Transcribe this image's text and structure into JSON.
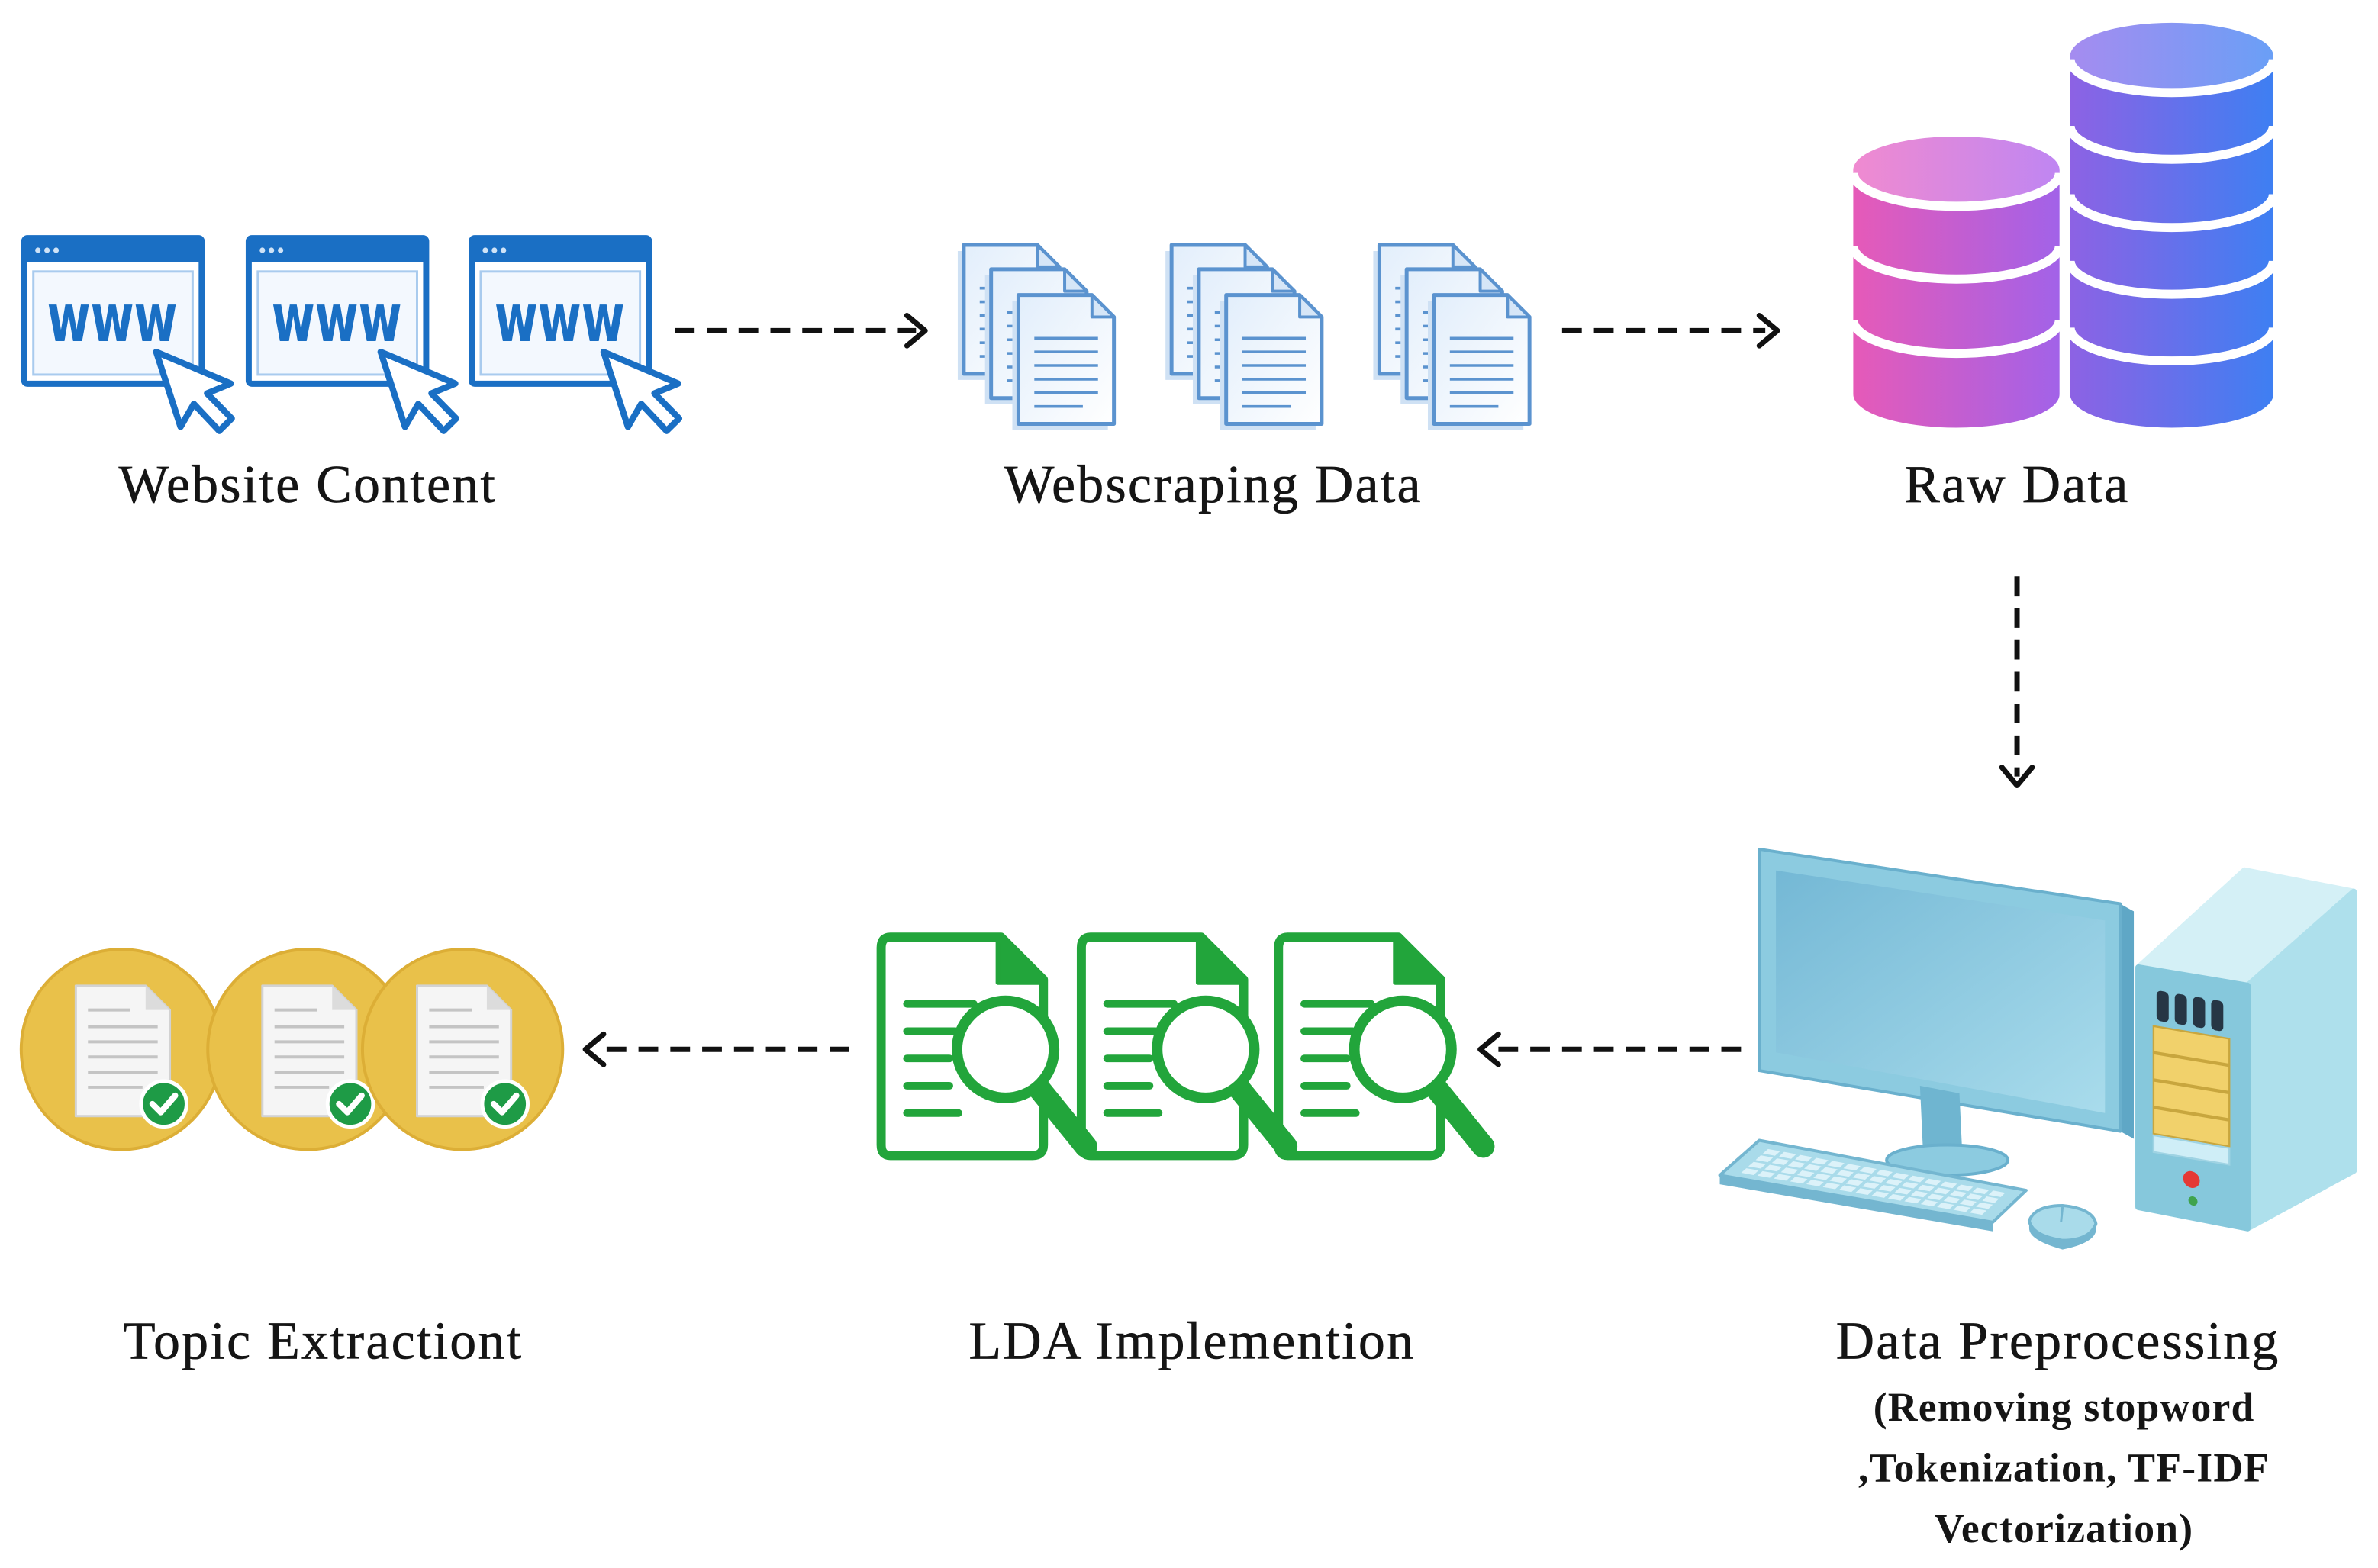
{
  "diagram": {
    "website_content": {
      "label": "Website Content",
      "url_text": "www",
      "icon": "browser-window-with-cursor-icon",
      "color": "#1a6fc4"
    },
    "webscraping_data": {
      "label": "Webscraping Data",
      "icon": "document-stack-icon",
      "color": "#5b93cf"
    },
    "raw_data": {
      "label": "Raw Data",
      "icon": "database-icon",
      "colors": [
        "#e65ab8",
        "#a262e8",
        "#8d62e4",
        "#3e7ff2"
      ]
    },
    "data_preprocessing": {
      "label": "Data Preprocessing",
      "details": [
        "(Removing stopword",
        ",Tokenization, TF-IDF",
        "Vectorization)"
      ],
      "icon": "desktop-computer-icon",
      "color": "#8ccbe0"
    },
    "lda_implementation": {
      "label": "LDA Implemention",
      "icon": "document-search-icon",
      "color": "#22a53b"
    },
    "topic_extraction": {
      "label": "Topic Extractiont",
      "icon": "verified-document-icon",
      "color": "#e9c14a",
      "badge_color": "#1e9b46"
    }
  }
}
